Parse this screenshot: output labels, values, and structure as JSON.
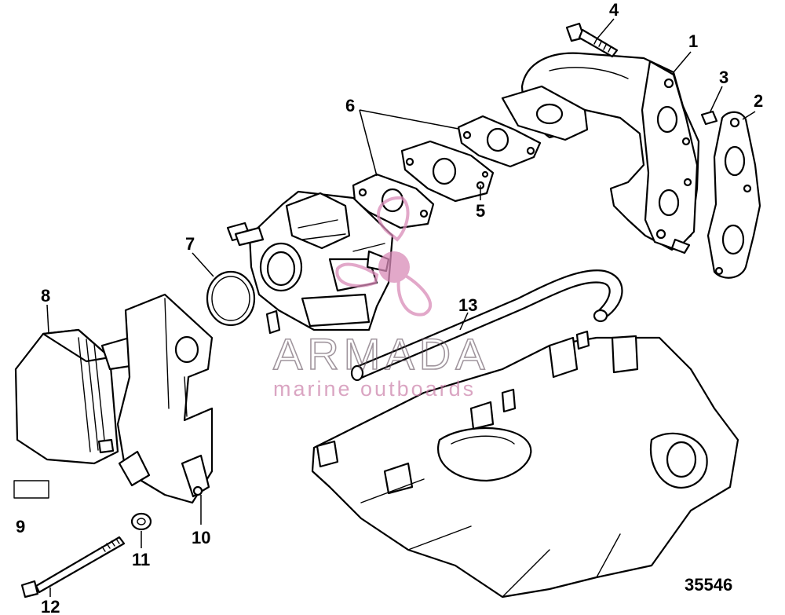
{
  "diagram": {
    "figure_number": "35546",
    "callouts": [
      {
        "id": "callout-1",
        "label": "1"
      },
      {
        "id": "callout-2",
        "label": "2"
      },
      {
        "id": "callout-3",
        "label": "3"
      },
      {
        "id": "callout-4",
        "label": "4"
      },
      {
        "id": "callout-5",
        "label": "5"
      },
      {
        "id": "callout-6",
        "label": "6"
      },
      {
        "id": "callout-7",
        "label": "7"
      },
      {
        "id": "callout-8",
        "label": "8"
      },
      {
        "id": "callout-9",
        "label": "9"
      },
      {
        "id": "callout-10",
        "label": "10"
      },
      {
        "id": "callout-11",
        "label": "11"
      },
      {
        "id": "callout-12",
        "label": "12"
      },
      {
        "id": "callout-13",
        "label": "13"
      }
    ]
  },
  "watermark": {
    "brand": "ARMADA",
    "tagline": "marine outboards",
    "accent_color": "#d98bb8"
  }
}
